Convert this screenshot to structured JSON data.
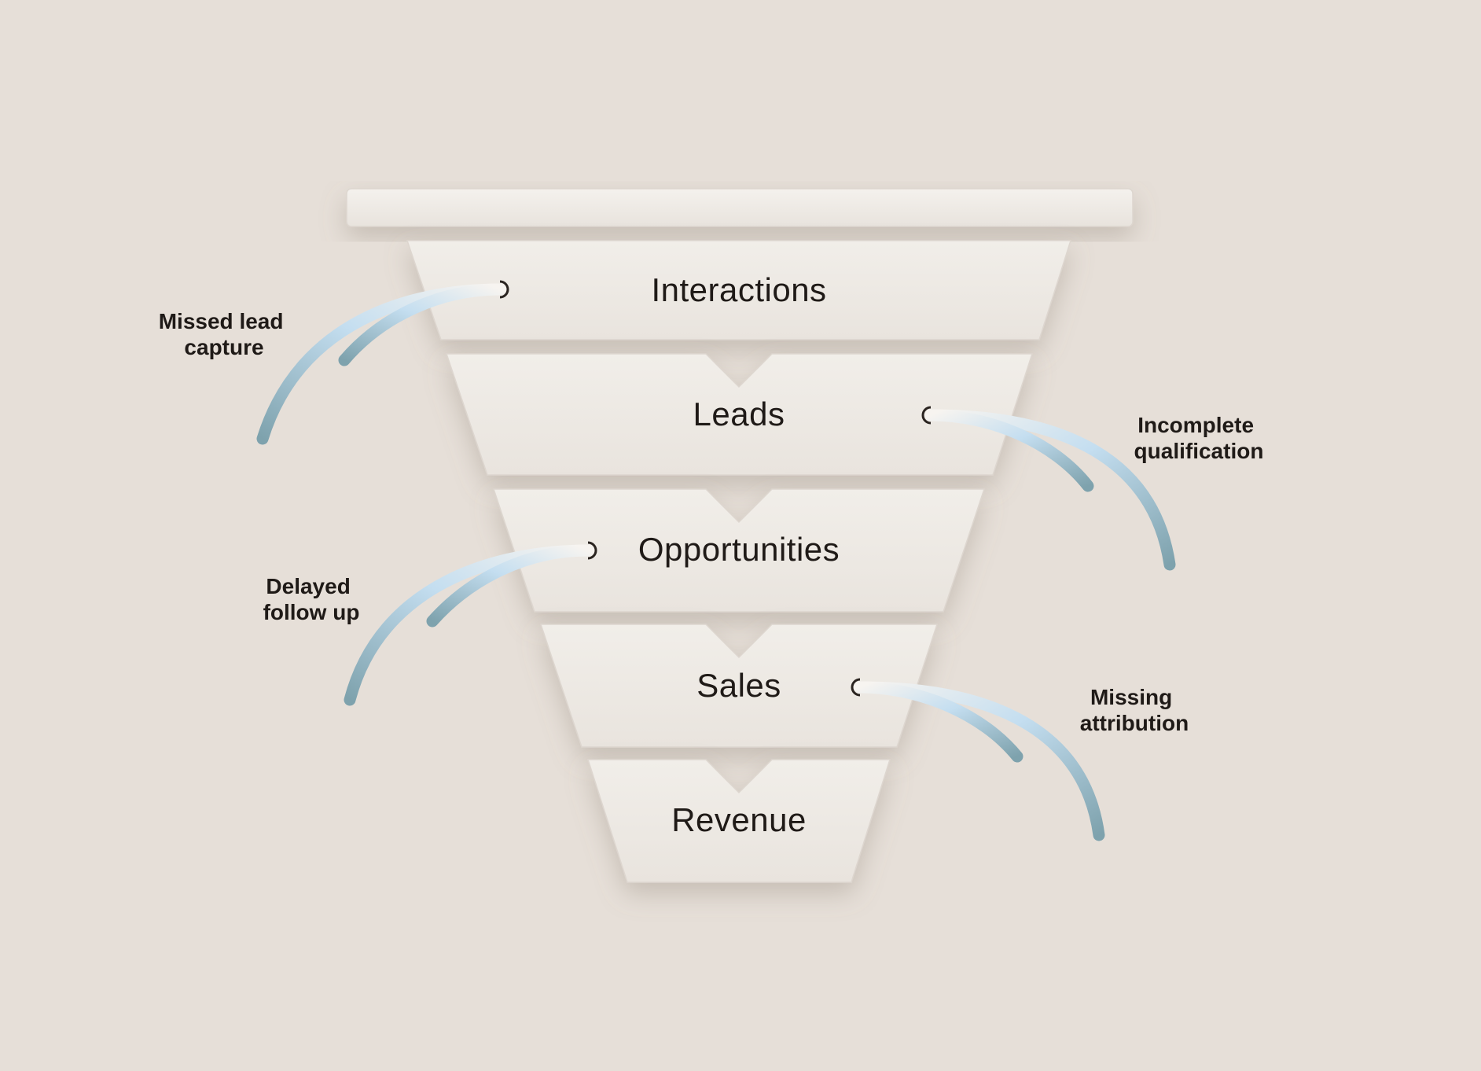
{
  "funnel": {
    "stages": [
      {
        "label": "Interactions"
      },
      {
        "label": "Leads"
      },
      {
        "label": "Opportunities"
      },
      {
        "label": "Sales"
      },
      {
        "label": "Revenue"
      }
    ]
  },
  "leaks": [
    {
      "line1": "Missed lead",
      "line2": "capture"
    },
    {
      "line1": "Incomplete",
      "line2": "qualification"
    },
    {
      "line1": "Delayed",
      "line2": "follow up"
    },
    {
      "line1": "Missing",
      "line2": "attribution"
    }
  ],
  "colors": {
    "background": "#e6dfd8",
    "stage_fill": "#efebe6",
    "text": "#1f1a17",
    "pipe_light": "#bfdcee",
    "pipe_dark": "#7fa3ae"
  }
}
